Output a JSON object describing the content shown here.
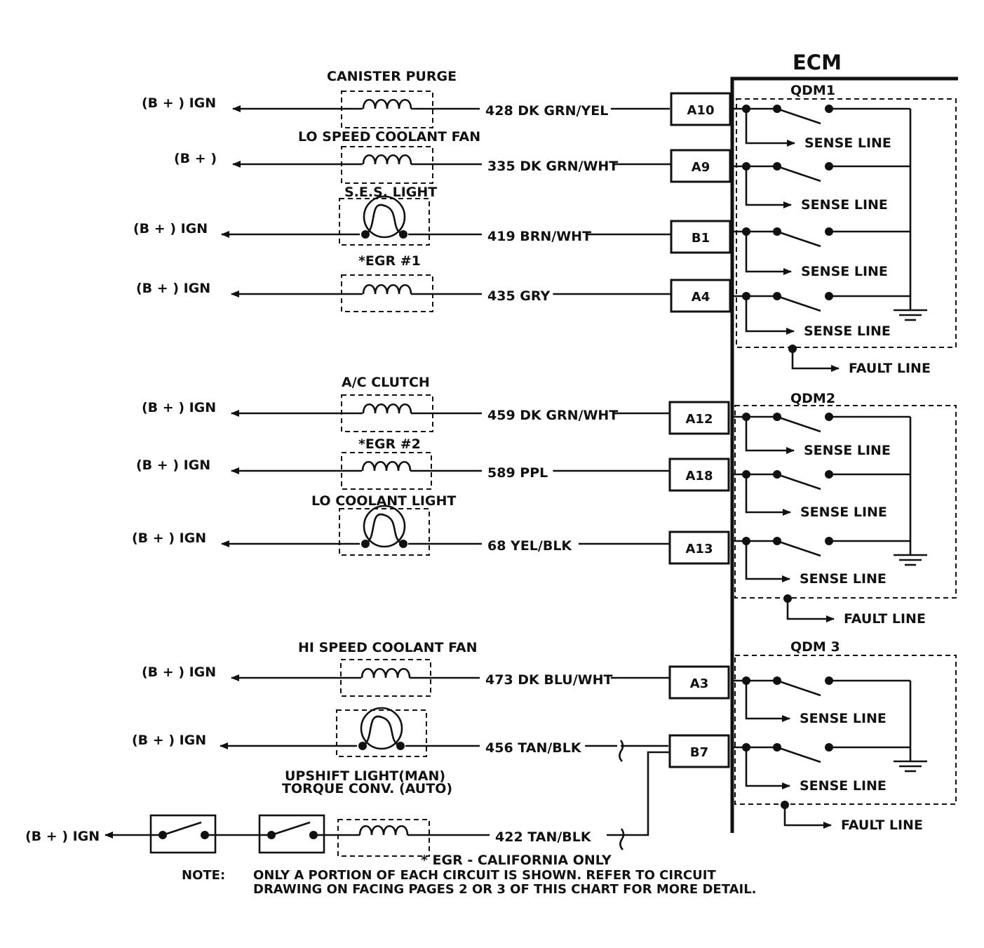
{
  "ecm": {
    "title": "ECM"
  },
  "circuits": [
    {
      "label": "CANISTER PURGE",
      "supply": "(B + )  IGN",
      "wire": "428 DK GRN/YEL",
      "pin": "A10",
      "device": "solenoid"
    },
    {
      "label": "LO SPEED COOLANT FAN",
      "supply": "(B + )",
      "wire": "335 DK GRN/WHT",
      "pin": "A9",
      "device": "solenoid"
    },
    {
      "label": "S.E.S. LIGHT",
      "supply": "(B + )  IGN",
      "wire": "419 BRN/WHT",
      "pin": "B1",
      "device": "lamp"
    },
    {
      "label": "*EGR #1",
      "supply": "(B + )  IGN",
      "wire": "435 GRY",
      "pin": "A4",
      "device": "solenoid"
    },
    {
      "label": "A/C CLUTCH",
      "supply": "(B + )  IGN",
      "wire": "459 DK GRN/WHT",
      "pin": "A12",
      "device": "solenoid"
    },
    {
      "label": "*EGR #2",
      "supply": "(B + )  IGN",
      "wire": "589 PPL",
      "pin": "A18",
      "device": "solenoid"
    },
    {
      "label": "LO COOLANT LIGHT",
      "supply": "(B + )  IGN",
      "wire": "68 YEL/BLK",
      "pin": "A13",
      "device": "lamp"
    },
    {
      "label": "HI SPEED COOLANT FAN",
      "supply": "(B + )  IGN",
      "wire": "473 DK BLU/WHT",
      "pin": "A3",
      "device": "solenoid"
    },
    {
      "label": "",
      "supply": "(B + )  IGN",
      "wire": "456 TAN/BLK",
      "pin": "B7",
      "device": "lamp"
    },
    {
      "label": "",
      "supply": "(B + )  IGN",
      "wire": "422 TAN/BLK",
      "pin": "",
      "device": "solenoid"
    }
  ],
  "upshift_labels": [
    "UPSHIFT LIGHT(MAN)",
    "TORQUE CONV. (AUTO)"
  ],
  "qdms": [
    {
      "name": "QDM1",
      "sense": [
        "SENSE LINE",
        "SENSE LINE",
        "SENSE LINE",
        "SENSE LINE"
      ],
      "fault": "FAULT LINE"
    },
    {
      "name": "QDM2",
      "sense": [
        "SENSE LINE",
        "SENSE LINE",
        "SENSE LINE"
      ],
      "fault": "FAULT LINE"
    },
    {
      "name": "QDM 3",
      "sense": [
        "SENSE LINE",
        "SENSE LINE"
      ],
      "fault": "FAULT LINE"
    }
  ],
  "footnote": "* EGR - CALIFORNIA ONLY",
  "note": {
    "label": "NOTE:",
    "lines": [
      "ONLY A PORTION OF EACH CIRCUIT IS SHOWN.  REFER TO CIRCUIT",
      "DRAWING ON FACING PAGES 2 OR 3 OF THIS CHART FOR MORE DETAIL."
    ]
  }
}
